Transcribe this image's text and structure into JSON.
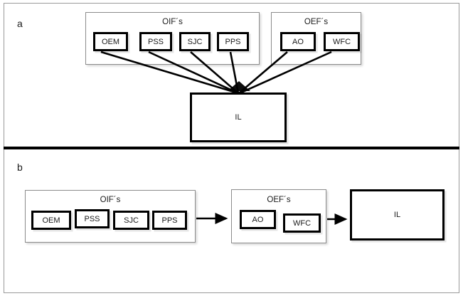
{
  "figure": {
    "background": "#ffffff",
    "frame_color": "#9a9a9a",
    "divider_color": "#000000",
    "node_border_color": "#000000",
    "text_color": "#1a1a1a",
    "arrow_color": "#000000"
  },
  "panels": [
    {
      "letter": "a",
      "groups": [
        {
          "label": "OIF´s",
          "nodes": [
            {
              "label": "OEM"
            },
            {
              "label": "PSS"
            },
            {
              "label": "SJC"
            },
            {
              "label": "PPS"
            }
          ]
        },
        {
          "label": "OEF´s",
          "nodes": [
            {
              "label": "AO"
            },
            {
              "label": "WFC"
            }
          ]
        }
      ],
      "target": {
        "label": "IL"
      }
    },
    {
      "letter": "b",
      "groups": [
        {
          "label": "OIF´s",
          "nodes": [
            {
              "label": "OEM"
            },
            {
              "label": "PSS"
            },
            {
              "label": "SJC"
            },
            {
              "label": "PPS"
            }
          ]
        },
        {
          "label": "OEF´s",
          "nodes": [
            {
              "label": "AO"
            },
            {
              "label": "WFC"
            }
          ]
        }
      ],
      "target": {
        "label": "IL"
      }
    }
  ]
}
